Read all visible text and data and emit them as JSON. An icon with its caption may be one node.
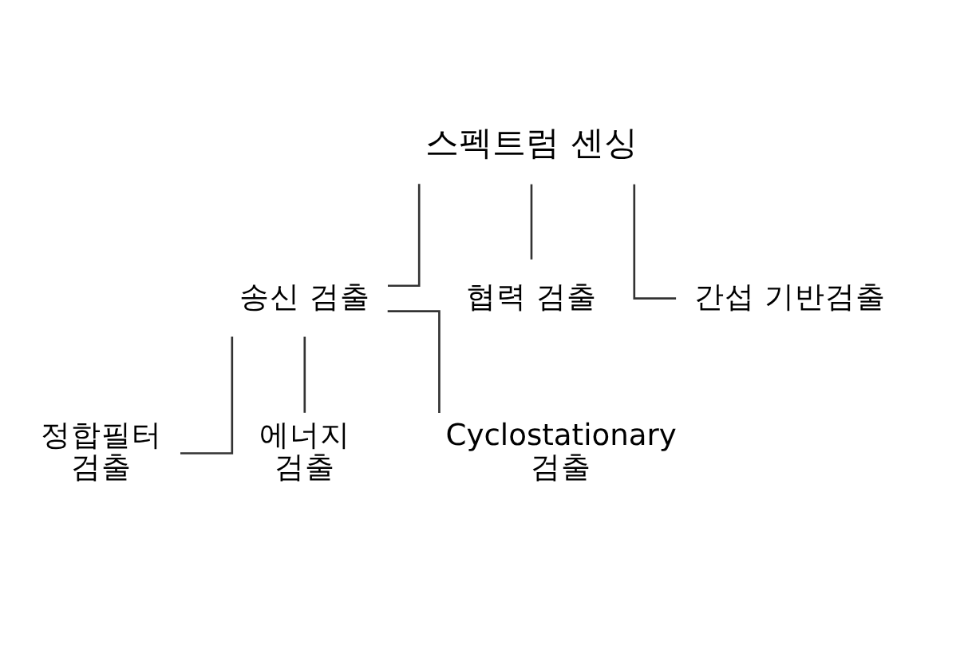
{
  "diagram": {
    "nodes": [
      {
        "text": [
          "스펙트럼 센싱"
        ]
      },
      {
        "text": [
          "송신 검출"
        ]
      },
      {
        "text": [
          "협력 검출"
        ]
      },
      {
        "text": [
          "간섭 기반검출"
        ]
      },
      {
        "text": [
          "정합필터 검출"
        ]
      },
      {
        "text": [
          "에너지 검출"
        ]
      },
      {
        "text": [
          "Cyclostationary 검출"
        ]
      }
    ],
    "edges": [
      {
        "from": 0,
        "to": 1,
        "arrow": "none"
      },
      {
        "from": 0,
        "to": 2,
        "arrow": "none"
      },
      {
        "from": 0,
        "to": 3,
        "arrow": "none"
      },
      {
        "from": 1,
        "to": 4,
        "arrow": "none"
      },
      {
        "from": 1,
        "to": 5,
        "arrow": "none"
      },
      {
        "from": 1,
        "to": 6,
        "arrow": "none"
      }
    ]
  }
}
